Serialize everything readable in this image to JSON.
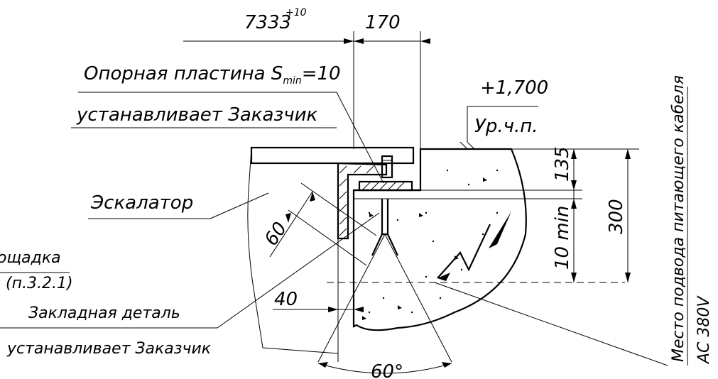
{
  "dimensions": {
    "top_length": "7333",
    "top_tol": "+10",
    "top_gap": "170",
    "slab_top": "135",
    "slab_total": "300",
    "min_depth": "10 min",
    "offset_40": "40",
    "diag_60": "60",
    "angle": "60°"
  },
  "labels": {
    "plate_main": "Опорная пластина S",
    "plate_sub": "min",
    "plate_val": "=10",
    "plate_note": "устанавливает Заказчик",
    "level_value": "+1,700",
    "level_name": "Ур.ч.п.",
    "escalator": "Эскалатор",
    "platform": "ощадка",
    "platform_ref": "(п.3.2.1)",
    "embed": "Закладная деталь",
    "embed_note": "устанавливает Заказчик",
    "cable_note": "Место подвода питающего кабеля",
    "voltage": "AC 380V"
  },
  "colors": {
    "line": "#000000",
    "background": "#ffffff"
  }
}
